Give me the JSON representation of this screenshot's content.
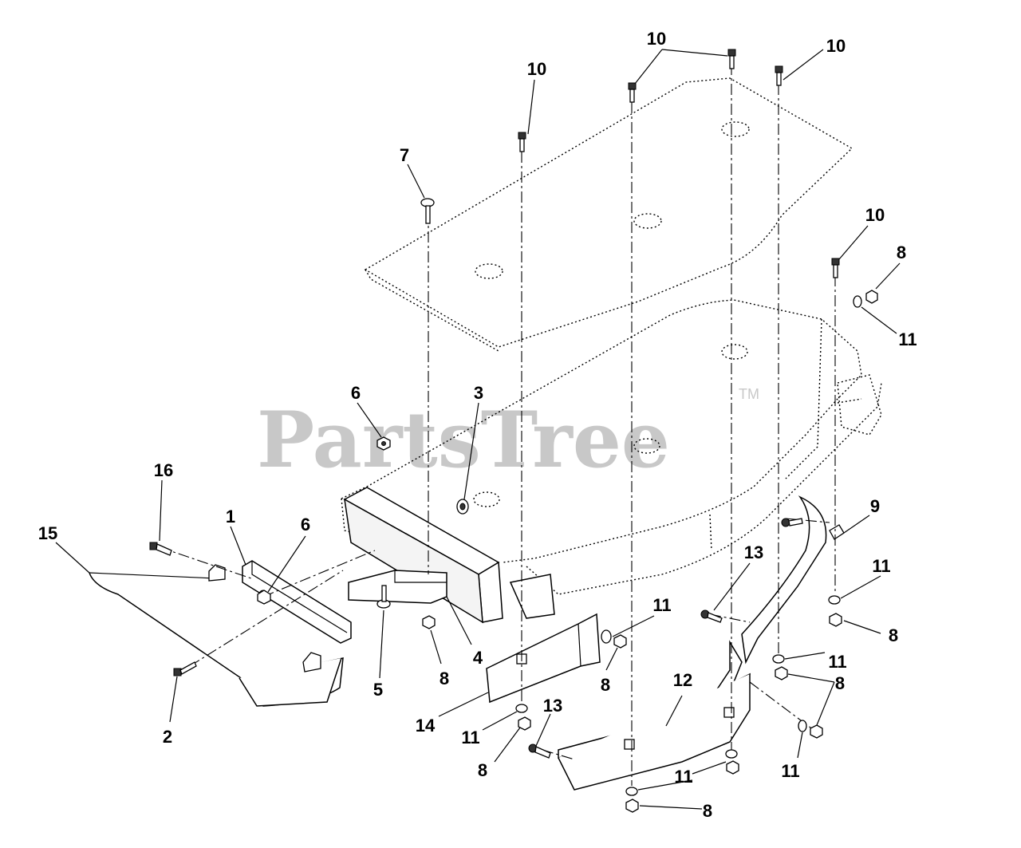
{
  "watermark": {
    "text": "PartsTree",
    "trademark": "TM"
  },
  "callouts": [
    {
      "id": "c10a",
      "label": "10"
    },
    {
      "id": "c10b",
      "label": "10"
    },
    {
      "id": "c10c",
      "label": "10"
    },
    {
      "id": "c10d",
      "label": "10"
    },
    {
      "id": "c7",
      "label": "7"
    },
    {
      "id": "c8a",
      "label": "8"
    },
    {
      "id": "c11a",
      "label": "11"
    },
    {
      "id": "c6a",
      "label": "6"
    },
    {
      "id": "c3",
      "label": "3"
    },
    {
      "id": "c16",
      "label": "16"
    },
    {
      "id": "c1",
      "label": "1"
    },
    {
      "id": "c6b",
      "label": "6"
    },
    {
      "id": "c15",
      "label": "15"
    },
    {
      "id": "c9",
      "label": "9"
    },
    {
      "id": "c13a",
      "label": "13"
    },
    {
      "id": "c11b",
      "label": "11"
    },
    {
      "id": "c11c",
      "label": "11"
    },
    {
      "id": "c8b",
      "label": "8"
    },
    {
      "id": "c4",
      "label": "4"
    },
    {
      "id": "c8c",
      "label": "8"
    },
    {
      "id": "c5",
      "label": "5"
    },
    {
      "id": "c8d",
      "label": "8"
    },
    {
      "id": "c11d",
      "label": "11"
    },
    {
      "id": "c8e",
      "label": "8"
    },
    {
      "id": "c12",
      "label": "12"
    },
    {
      "id": "c2",
      "label": "2"
    },
    {
      "id": "c14",
      "label": "14"
    },
    {
      "id": "c11e",
      "label": "11"
    },
    {
      "id": "c13b",
      "label": "13"
    },
    {
      "id": "c8f",
      "label": "8"
    },
    {
      "id": "c11f",
      "label": "11"
    },
    {
      "id": "c11g",
      "label": "11"
    },
    {
      "id": "c8g",
      "label": "8"
    }
  ]
}
